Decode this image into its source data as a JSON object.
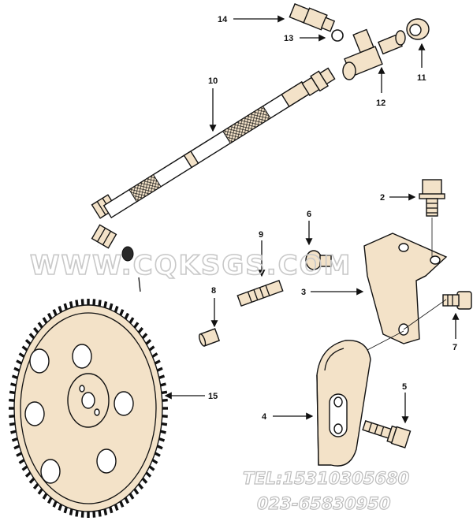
{
  "callouts": [
    {
      "id": "1",
      "label": "10"
    },
    {
      "id": "2",
      "label": "11"
    },
    {
      "id": "3",
      "label": "12"
    },
    {
      "id": "4",
      "label": "13"
    },
    {
      "id": "5",
      "label": "14"
    },
    {
      "id": "6",
      "label": "2"
    },
    {
      "id": "7",
      "label": "6"
    },
    {
      "id": "8",
      "label": "9"
    },
    {
      "id": "9",
      "label": "3"
    },
    {
      "id": "10",
      "label": "8"
    },
    {
      "id": "11",
      "label": "7"
    },
    {
      "id": "12",
      "label": "15"
    },
    {
      "id": "13",
      "label": "5"
    },
    {
      "id": "14",
      "label": "4"
    }
  ],
  "watermark": {
    "site": "WWW.CQKSGS.COM",
    "phone1": "TEL:15310305680",
    "phone2": "023-65830950"
  },
  "colors": {
    "part_fill": "#f3e2c8",
    "line": "#111111",
    "watermark": "#c8c8c8"
  }
}
